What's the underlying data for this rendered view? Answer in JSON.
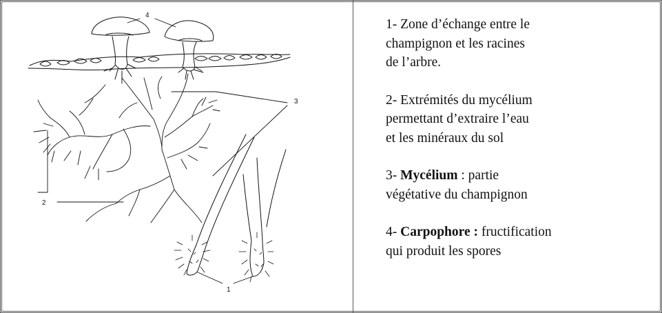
{
  "figure": {
    "labels": {
      "n1": "1",
      "n2": "2",
      "n3": "3",
      "n4": "4"
    }
  },
  "legend": {
    "item1": {
      "lines": [
        "1- Zone d’échange entre le",
        "champignon et les racines",
        "de l’arbre."
      ]
    },
    "item2": {
      "lines": [
        "2- Extrémités du mycélium",
        "permettant d’extraire l’eau",
        "et les minéraux du sol"
      ]
    },
    "item3": {
      "prefix": "3- ",
      "term": "Mycélium",
      "rest": " : partie",
      "line2": "végétative du champignon"
    },
    "item4": {
      "prefix": "4- ",
      "term": "Carpophore :",
      "rest": " fructification",
      "line2": "qui produit les spores"
    }
  }
}
